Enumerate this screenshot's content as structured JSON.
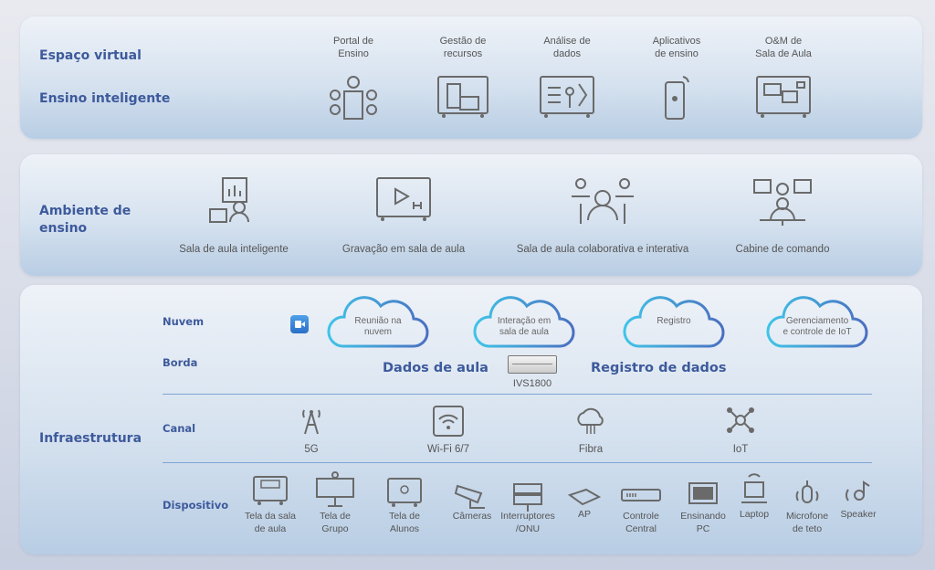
{
  "virtual": {
    "title": "Espaço virtual",
    "subtitle": "Ensino inteligente",
    "items": [
      {
        "l1": "Portal de",
        "l2": "Ensino"
      },
      {
        "l1": "Gestão de",
        "l2": "recursos"
      },
      {
        "l1": "Análise de",
        "l2": "dados"
      },
      {
        "l1": "Aplicativos",
        "l2": "de ensino"
      },
      {
        "l1": "O&M de",
        "l2": "Sala de Aula"
      }
    ]
  },
  "ambiente": {
    "title1": "Ambiente de",
    "title2": "ensino",
    "items": [
      "Sala de aula inteligente",
      "Gravação em sala de aula",
      "Sala de aula colaborativa e interativa",
      "Cabine de comando"
    ]
  },
  "infra": {
    "title": "Infraestrutura",
    "nuvem": "Nuvem",
    "borda": "Borda",
    "canal": "Canal",
    "dispositivo": "Dispositivo",
    "clouds": [
      {
        "l1": "Reunião na",
        "l2": "nuvem"
      },
      {
        "l1": "Interação em",
        "l2": "sala de aula"
      },
      {
        "l1": "Registro",
        "l2": ""
      },
      {
        "l1": "Gerenciamento",
        "l2": "e controle de IoT"
      }
    ],
    "dados_aula": "Dados de aula",
    "registro_dados": "Registro de dados",
    "ivs": "IVS1800",
    "channels": [
      "5G",
      "Wi-Fi 6/7",
      "Fibra",
      "IoT"
    ],
    "devices": [
      {
        "l1": "Tela da sala",
        "l2": "de aula"
      },
      {
        "l1": "Tela de",
        "l2": "Grupo"
      },
      {
        "l1": "Tela de",
        "l2": "Alunos"
      },
      {
        "l1": "Câmeras",
        "l2": ""
      },
      {
        "l1": "Interruptores",
        "l2": "/ONU"
      },
      {
        "l1": "AP",
        "l2": ""
      },
      {
        "l1": "Controle",
        "l2": "Central"
      },
      {
        "l1": "Ensinando",
        "l2": "PC"
      },
      {
        "l1": "Laptop",
        "l2": ""
      },
      {
        "l1": "Microfone",
        "l2": "de teto"
      },
      {
        "l1": "Speaker",
        "l2": ""
      }
    ]
  }
}
